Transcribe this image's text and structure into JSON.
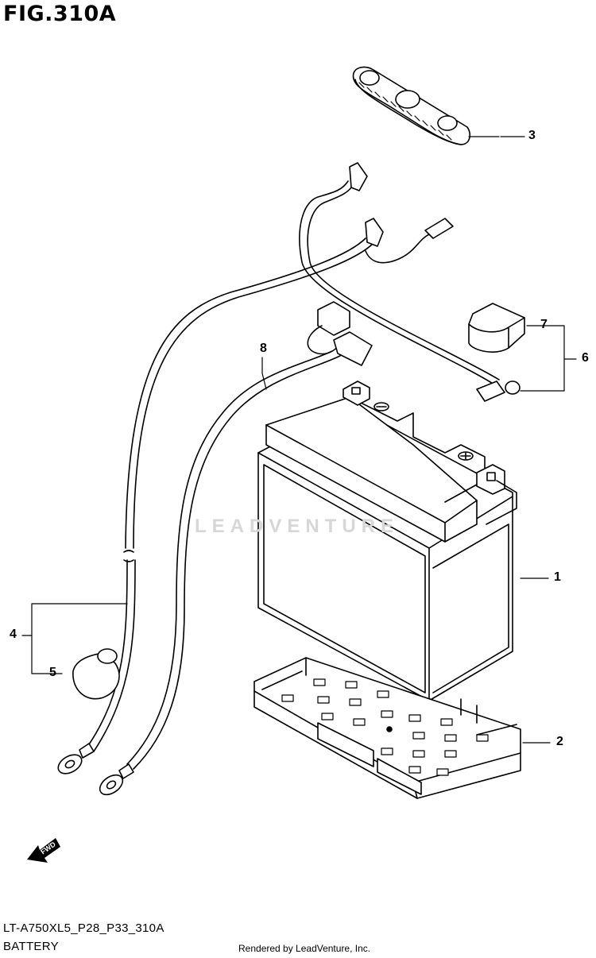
{
  "figure": {
    "title": "FIG.310A"
  },
  "footer": {
    "model_code": "LT-A750XL5_P28_P33_310A",
    "section_name": "BATTERY",
    "credit": "Rendered by LeadVenture, Inc."
  },
  "watermark": "LEADVENTURE",
  "direction_arrow": {
    "label": "FWD",
    "icon": "fwd-arrow-icon"
  },
  "callouts": [
    {
      "id": "c1",
      "number": "1"
    },
    {
      "id": "c2",
      "number": "2"
    },
    {
      "id": "c3",
      "number": "3"
    },
    {
      "id": "c4",
      "number": "4"
    },
    {
      "id": "c5",
      "number": "5"
    },
    {
      "id": "c6",
      "number": "6"
    },
    {
      "id": "c7",
      "number": "7"
    },
    {
      "id": "c8",
      "number": "8"
    }
  ]
}
